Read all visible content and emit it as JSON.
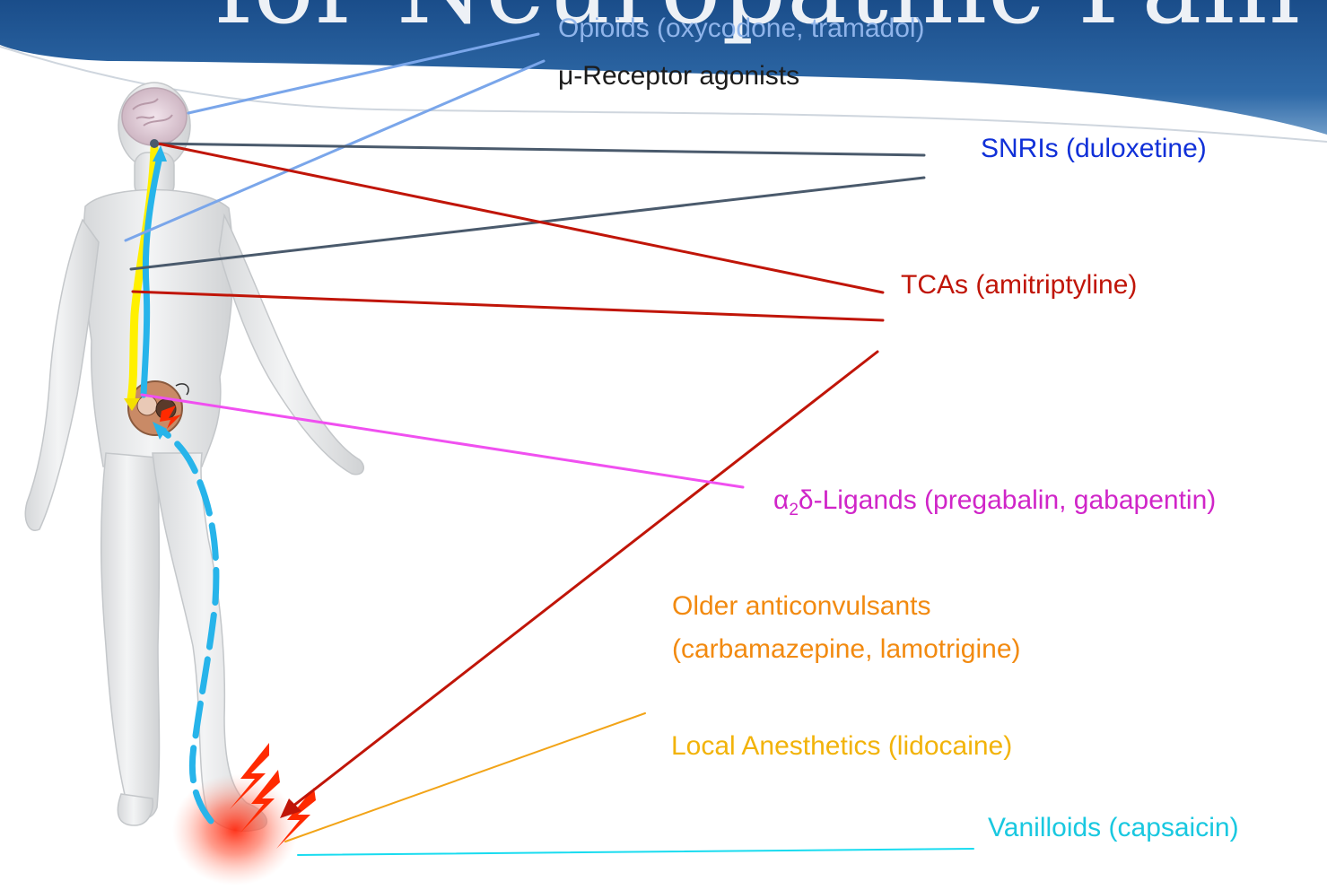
{
  "slide": {
    "title_text": "for Neuropathic Pain"
  },
  "labels": {
    "opioids": "Opioids (oxycodone, tramadol)",
    "mu_receptor": "μ-Receptor agonists",
    "snri": "SNRIs (duloxetine)",
    "tca": "TCAs (amitriptyline)",
    "a2d_alpha": "α",
    "a2d_sub": "2",
    "a2d_rest": "δ-Ligands (pregabalin, gabapentin)",
    "older_line1": "Older anticonvulsants",
    "older_line2": "(carbamazepine, lamotrigine)",
    "local": "Local Anesthetics (lidocaine)",
    "vanilloids": "Vanilloids (capsaicin)"
  },
  "colors": {
    "banner": "#1f5796",
    "opioid_line": "#7aa6ea",
    "snri_line": "#4a5a6c",
    "tca_line": "#c01508",
    "a2d_line": "#f050f0",
    "local_line": "#f2a418",
    "vanilloid_line": "#19dcf0",
    "ascending_path": "#27b4ea",
    "descending_path": "#fff000",
    "pain_bolt": "#ff2a00"
  },
  "icons": [
    "human-figure-icon",
    "brain-icon",
    "spinal-cord-section-icon",
    "pain-bolt-icon",
    "foot-pain-glow-icon"
  ]
}
